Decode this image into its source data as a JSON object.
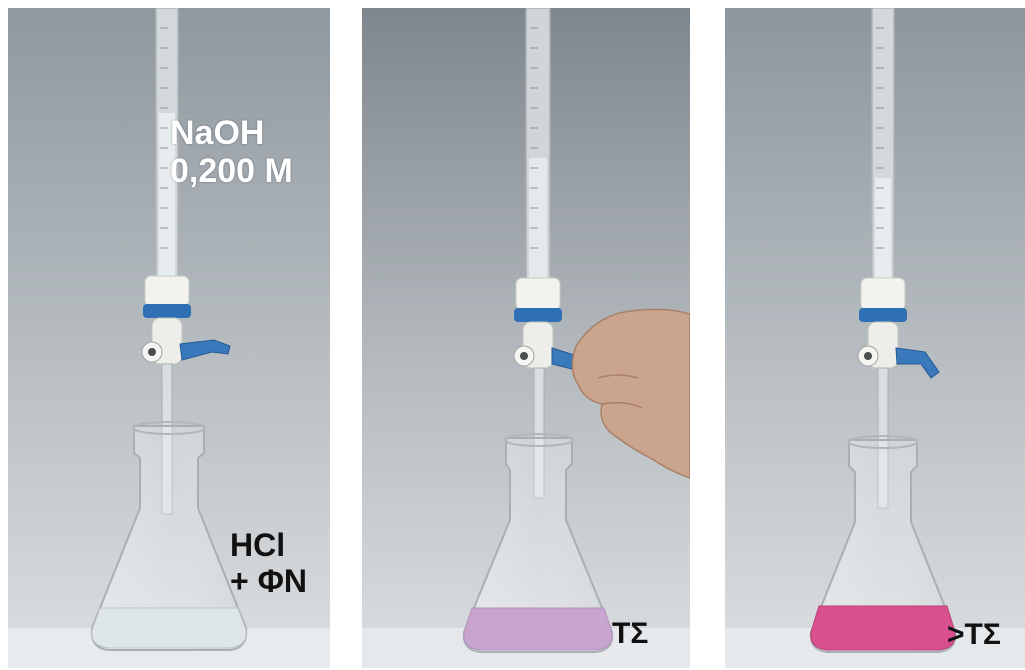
{
  "panels": [
    {
      "id": "initial",
      "labels": [
        "NaOH",
        "0,200 M",
        "HCl",
        "+ ΦN"
      ],
      "solution_color": "#dfe6ea"
    },
    {
      "id": "endpoint",
      "labels": [
        "ΤΣ"
      ],
      "solution_color": "#c7a5cf"
    },
    {
      "id": "after",
      "labels": [
        ">ΤΣ"
      ],
      "solution_color": "#d8508e"
    }
  ],
  "text": {
    "titrant_name": "NaOH",
    "titrant_conc": "0,200 M",
    "analyte": "HCl",
    "indicator": "+ ΦN",
    "endpoint": "ΤΣ",
    "beyond_endpoint": ">ΤΣ"
  },
  "colors": {
    "background_top": "#9aa3aa",
    "background_bottom": "#d9dcde",
    "stopcock_blue": "#2f6fb3",
    "clear_solution": "#dfe6ea",
    "light_pink_solution": "#c7a5cf",
    "magenta_solution": "#d8508e"
  }
}
